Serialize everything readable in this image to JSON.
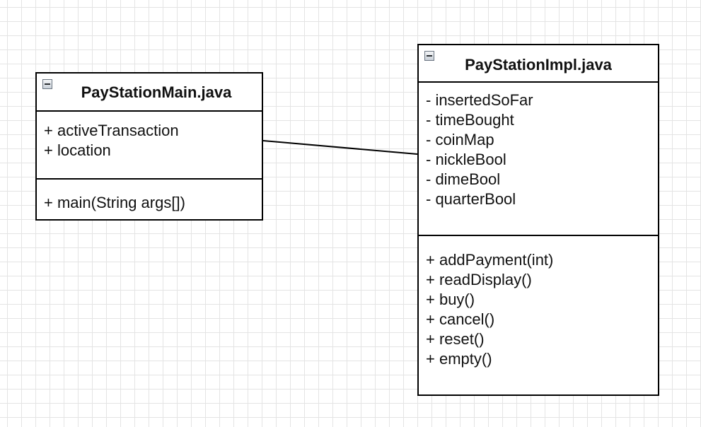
{
  "classes": {
    "main": {
      "title": "PayStationMain.java",
      "attributes": [
        "+ activeTransaction",
        "+ location"
      ],
      "operations": [
        "+ main(String args[])"
      ]
    },
    "impl": {
      "title": "PayStationImpl.java",
      "attributes": [
        "- insertedSoFar",
        "- timeBought",
        "- coinMap",
        "- nickleBool",
        "- dimeBool",
        "- quarterBool"
      ],
      "operations": [
        "+ addPayment(int)",
        "+ readDisplay()",
        "+ buy()",
        "+ cancel()",
        "+ reset()",
        "+ empty()"
      ]
    }
  },
  "icons": {
    "collapse": "minus-box-icon"
  },
  "colors": {
    "border": "#000000",
    "grid": "#e4e4e4",
    "background": "#ffffff"
  }
}
